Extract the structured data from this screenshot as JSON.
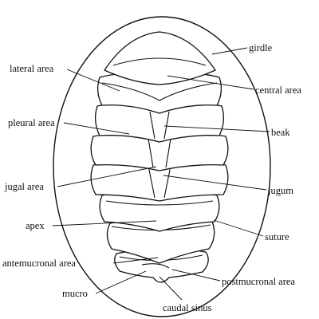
{
  "labels": {
    "girdle": "girdle",
    "lateral_area": "lateral area",
    "central_area": "central area",
    "pleural_area": "pleural area",
    "beak": "beak",
    "jugal_area": "jugal area",
    "jugum": "jugum",
    "apex": "apex",
    "suture": "suture",
    "antemucronal_area": "antemucronal area",
    "postmucronal_area": "postmucronal area",
    "mucro": "mucro",
    "caudal_sinus": "caudal sinus"
  },
  "colors": {
    "line": "#111111",
    "background": "#ffffff"
  }
}
